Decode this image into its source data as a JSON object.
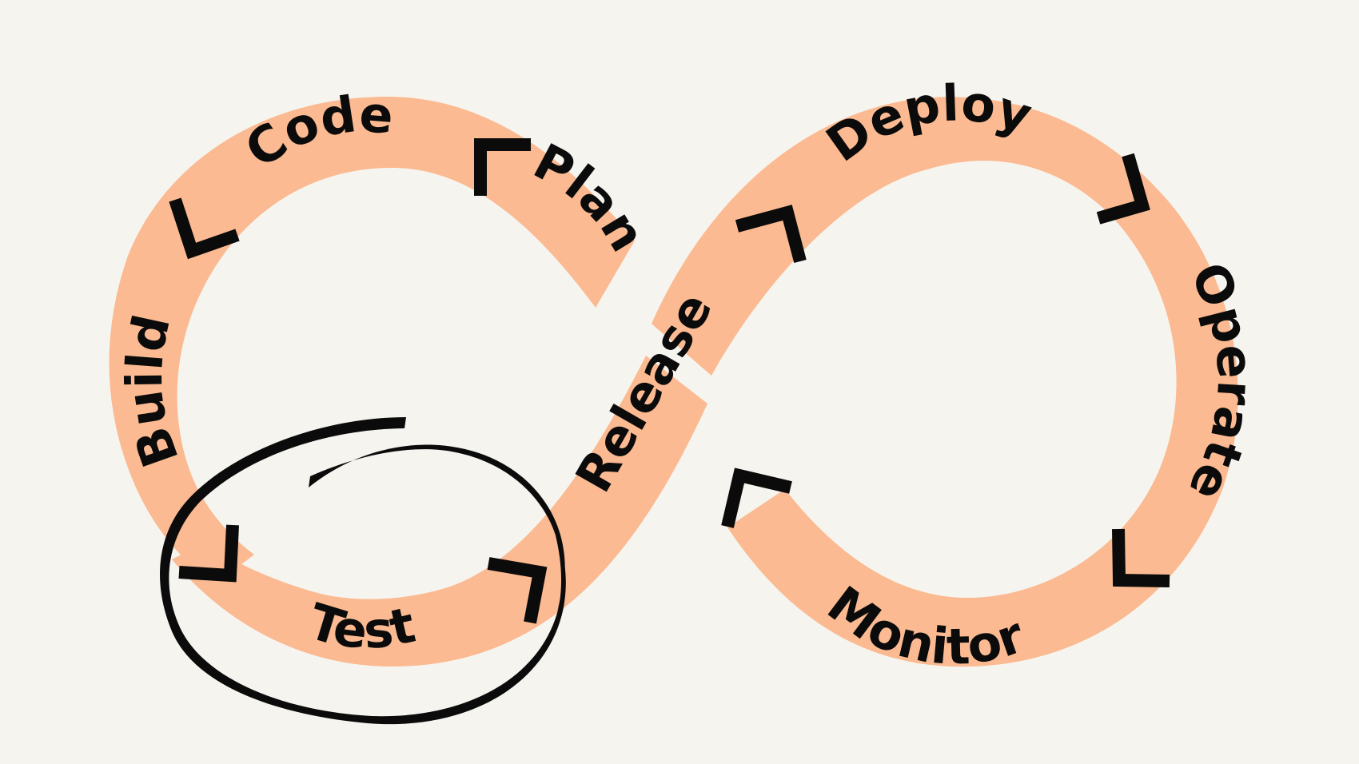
{
  "colors": {
    "background": "#f6f4ef",
    "band": "#fbba91",
    "ink": "#0b0b0b"
  },
  "diagram": {
    "stages": [
      {
        "id": "plan",
        "label": "Plan"
      },
      {
        "id": "code",
        "label": "Code"
      },
      {
        "id": "build",
        "label": "Build"
      },
      {
        "id": "test",
        "label": "Test"
      },
      {
        "id": "release",
        "label": "Release"
      },
      {
        "id": "deploy",
        "label": "Deploy"
      },
      {
        "id": "operate",
        "label": "Operate"
      },
      {
        "id": "monitor",
        "label": "Monitor"
      }
    ],
    "highlighted_stage": "test"
  }
}
